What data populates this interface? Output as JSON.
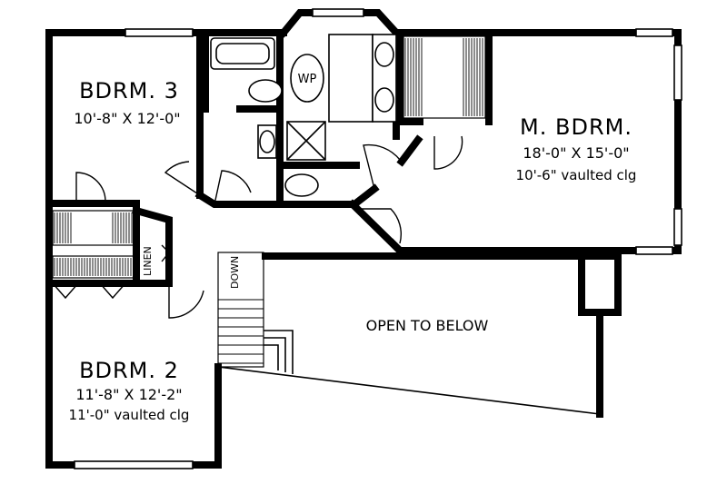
{
  "plan": {
    "rooms": {
      "bedroom3": {
        "name": "BDRM. 3",
        "size": "10'-8\" X 12'-0\""
      },
      "bedroom2": {
        "name": "BDRM. 2",
        "size": "11'-8\" X 12'-2\"",
        "ceiling": "11'-0\" vaulted clg"
      },
      "master": {
        "name": "M. BDRM.",
        "size": "18'-0\" X 15'-0\"",
        "ceiling": "10'-6\" vaulted clg"
      }
    },
    "labels": {
      "linen": "LINEN",
      "wp": "WP",
      "stair": "DOWN",
      "open": "OPEN TO BELOW"
    }
  }
}
